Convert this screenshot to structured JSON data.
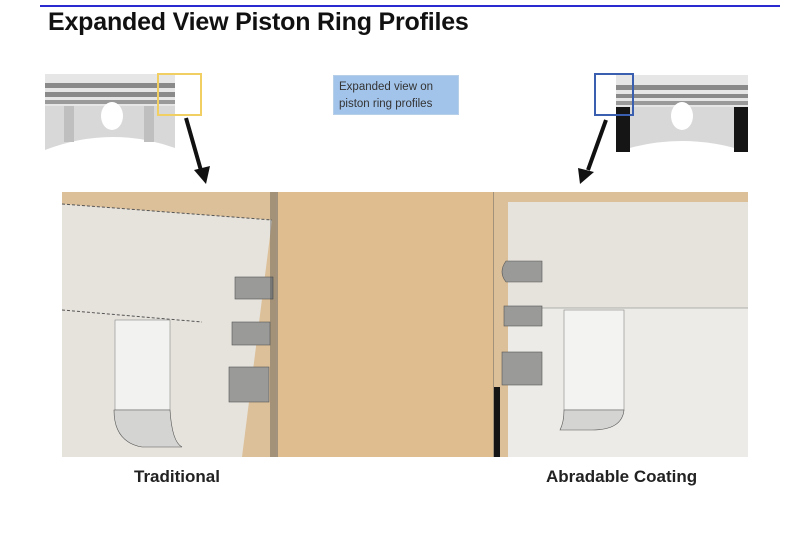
{
  "slide": {
    "title": "Expanded View Piston Ring Profiles",
    "callout": {
      "line1": "Expanded view on",
      "line2": "piston ring profiles"
    },
    "labels": {
      "left": "Traditional",
      "right": "Abradable Coating"
    },
    "colors": {
      "rule": "#2a2ad0",
      "left_highlight": "#f2cf62",
      "right_highlight": "#3a5fb0",
      "callout_bg": "#a3c4ea",
      "cylinder_wall": "#e0bd8f"
    }
  }
}
